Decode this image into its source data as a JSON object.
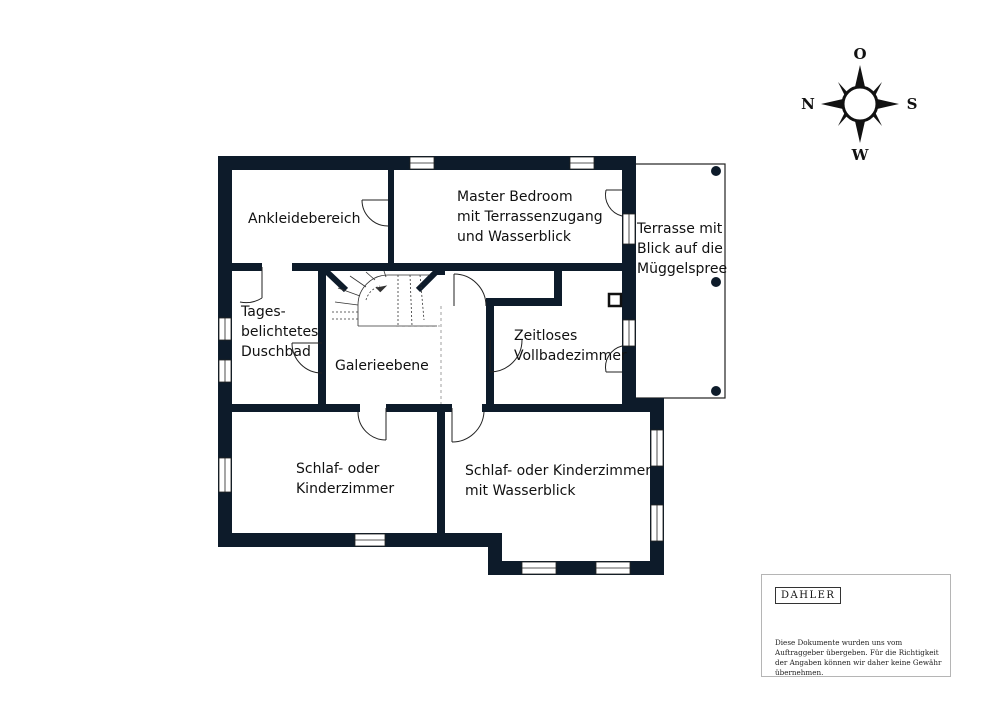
{
  "plan": {
    "rooms": {
      "ankleide": [
        "Ankleidebereich"
      ],
      "master": [
        "Master Bedroom",
        "mit Terrassenzugang",
        "und Wasserblick"
      ],
      "terrasse": [
        "Terrasse mit",
        "Blick auf die",
        "Müggelspree"
      ],
      "duschbad": [
        "Tages-",
        "belichtetes",
        "Duschbad"
      ],
      "galerie": [
        "Galerieebene"
      ],
      "vollbad": [
        "Zeitloses",
        "Vollbadezimmer"
      ],
      "kind1": [
        "Schlaf- oder",
        "Kinderzimmer"
      ],
      "kind2": [
        "Schlaf- oder Kinderzimmer",
        "mit Wasserblick"
      ]
    }
  },
  "compass": {
    "north": "N",
    "south": "S",
    "east": "O",
    "west": "W"
  },
  "disclaimer": {
    "logo": "DAHLER",
    "text": "Diese Dokumente wurden uns vom Auftraggeber übergeben. Für die Richtigkeit der Angaben können wir daher keine Gewähr übernehmen."
  },
  "colors": {
    "wall": "#0d1b2a",
    "window": "#ffffff",
    "line": "#222222"
  }
}
